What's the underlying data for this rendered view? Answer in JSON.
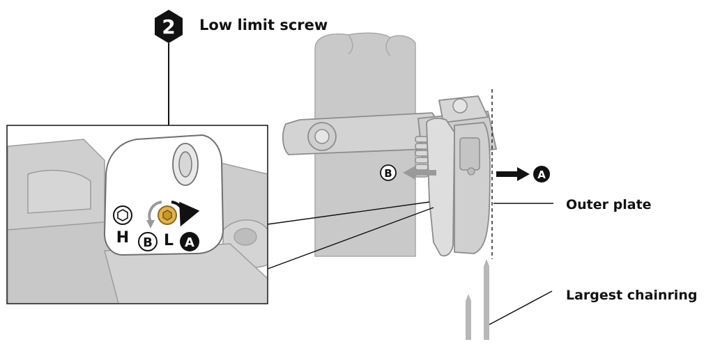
{
  "step": {
    "number": "2",
    "title": "Low limit screw"
  },
  "callouts": {
    "outer_plate": "Outer plate",
    "largest_chainring": "Largest chainring"
  },
  "markers": {
    "a": "A",
    "b": "B",
    "h": "H",
    "l": "L"
  },
  "colors": {
    "part_fill": "#d3d3d3",
    "part_stroke": "#8c8c8c",
    "arrow_dark": "#111111",
    "arrow_gray": "#9a9a9a",
    "screw_gold": "#e3b24a"
  }
}
